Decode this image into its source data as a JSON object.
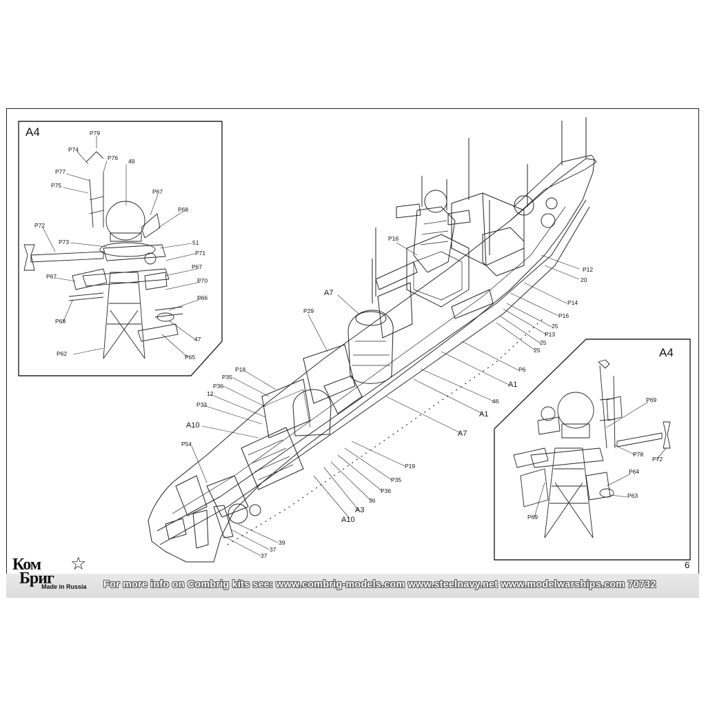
{
  "insets": {
    "left_title": "A4",
    "right_title": "A4"
  },
  "callouts_left_inset": [
    "P79",
    "P74",
    "P76",
    "49",
    "P77",
    "P75",
    "P67",
    "P68",
    "P72",
    "P73",
    "51",
    "P71",
    "P67",
    "P67",
    "P70",
    "P66",
    "P68",
    "47",
    "P62",
    "P65"
  ],
  "callouts_right_inset": [
    "P69",
    "P78",
    "P72",
    "P64",
    "P63",
    "P69"
  ],
  "callouts_main": [
    "P16",
    "P12",
    "20",
    "P14",
    "P16",
    "25",
    "P13",
    "25",
    "25",
    "A7",
    "P29",
    "P6",
    "A1",
    "46",
    "P18",
    "P35",
    "P36",
    "12",
    "P33",
    "A1",
    "A7",
    "A10",
    "P54",
    "P19",
    "P35",
    "P36",
    "36",
    "A3",
    "A10",
    "39",
    "37",
    "37"
  ],
  "footer": {
    "text": "For more info on Combrig kits see: www.combrig-models.com www.steelnavy.net  www.modelwarships.com  70732",
    "page_number": "6"
  },
  "logo": {
    "line1": "Ком",
    "line2": "Бриг",
    "tagline": "Made in Russia",
    "star_icon": "star-icon"
  },
  "colors": {
    "ink": "#111111",
    "footer_band": "#e0e0e0"
  }
}
